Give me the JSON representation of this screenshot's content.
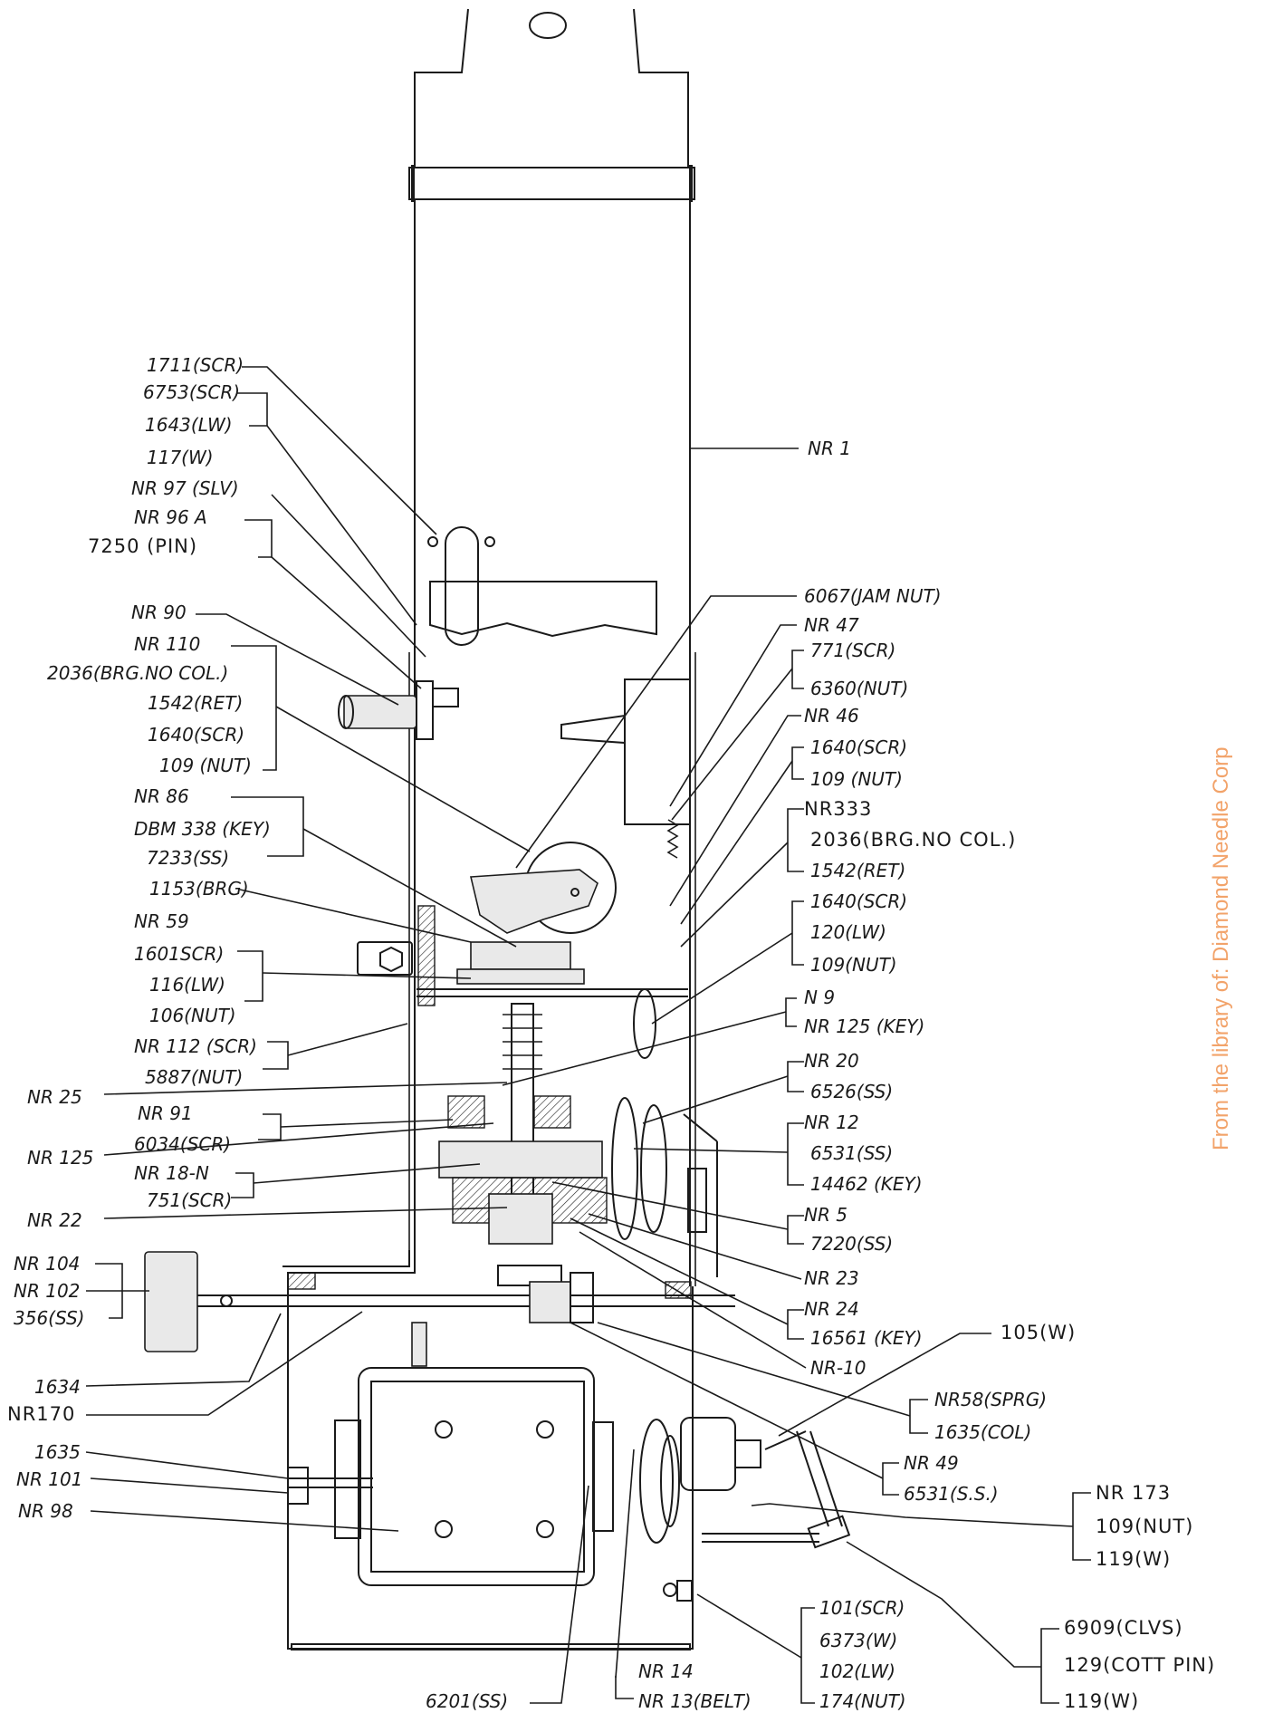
{
  "watermark": "From the library of: Diamond Needle Corp",
  "labels": {
    "l_1711": "1711(SCR)",
    "l_6753": "6753(SCR)",
    "l_1643": "1643(LW)",
    "l_117": "117(W)",
    "l_nr97": "NR 97  (SLV)",
    "l_nr96a": "NR 96 A",
    "l_7250": "7250  (PIN)",
    "l_nr90": "NR 90",
    "l_nr110": "NR 110",
    "l_2036a": "2036(BRG.NO COL.)",
    "l_1542a": "1542(RET)",
    "l_1640a": "1640(SCR)",
    "l_109a": "109 (NUT)",
    "l_nr86": "NR 86",
    "l_dbm338": "DBM 338  (KEY)",
    "l_7233": "7233(SS)",
    "l_1153": "1153(BRG)",
    "l_nr59": "NR 59",
    "l_1601": "1601SCR)",
    "l_116": "116(LW)",
    "l_106": "106(NUT)",
    "l_nr112": "NR 112   (SCR)",
    "l_5887": "5887(NUT)",
    "l_nr25": "NR 25",
    "l_nr91": "NR 91",
    "l_6034": "6034(SCR)",
    "l_nr125l": "NR 125",
    "l_nr18n": "NR 18-N",
    "l_751": "751(SCR)",
    "l_nr22": "NR 22",
    "l_nr104": "NR 104",
    "l_nr102": "NR 102",
    "l_356": "356(SS)",
    "l_1634": "1634",
    "l_nr170": "NR170",
    "l_1635l": "1635",
    "l_nr101": "NR 101",
    "l_nr98": "NR 98",
    "l_6201": "6201(SS)",
    "l_nr1": "NR 1",
    "l_6067": "6067(JAM NUT)",
    "l_nr47": "NR 47",
    "l_771": "771(SCR)",
    "l_6360": "6360(NUT)",
    "l_nr46": "NR 46",
    "l_1640b": "1640(SCR)",
    "l_109b": "109  (NUT)",
    "l_nr333": "NR333",
    "l_2036b": "2036(BRG.NO COL.)",
    "l_1542b": "1542(RET)",
    "l_1640c": "1640(SCR)",
    "l_120": "120(LW)",
    "l_109c": "109(NUT)",
    "l_n9": "N 9",
    "l_nr125r": "NR 125    (KEY)",
    "l_nr20": "NR 20",
    "l_6526": "6526(SS)",
    "l_nr12": "NR 12",
    "l_6531a": "6531(SS)",
    "l_14462": "14462     (KEY)",
    "l_nr5": "NR 5",
    "l_7220": "7220(SS)",
    "l_nr23": "NR 23",
    "l_nr24": "NR 24",
    "l_16561": "16561   (KEY)",
    "l_105": "105(W)",
    "l_nr10": "NR-10",
    "l_nr58": "NR58(SPRG)",
    "l_1635r": "1635(COL)",
    "l_nr49": "NR 49",
    "l_6531b": "6531(S.S.)",
    "l_nr173": "NR 173",
    "l_109d": "109(NUT)",
    "l_119a": "119(W)",
    "l_101": "101(SCR)",
    "l_6373": "6373(W)",
    "l_102": "102(LW)",
    "l_174": "174(NUT)",
    "l_nr14": "NR 14",
    "l_nr13": "NR 13(BELT)",
    "l_6909": "6909(CLVS)",
    "l_129": "129(COTT PIN)",
    "l_119b": "119(W)"
  }
}
